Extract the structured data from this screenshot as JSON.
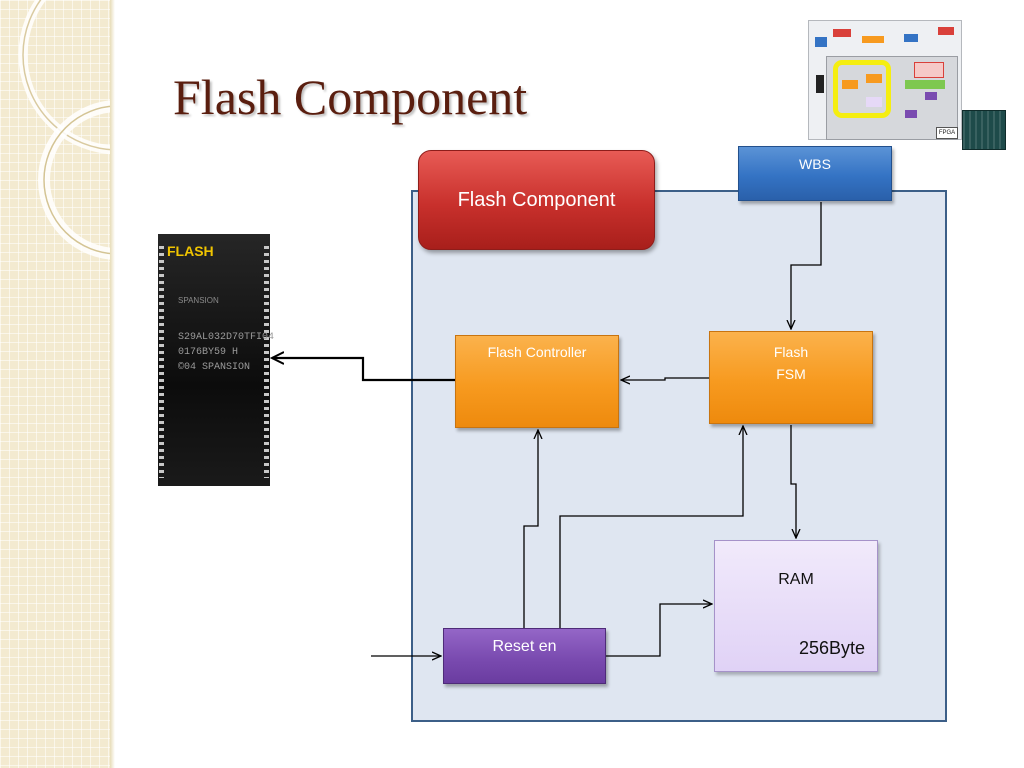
{
  "slide": {
    "title": "Flash Component"
  },
  "thumbnail": {
    "fpga_label": "FPGA"
  },
  "chip": {
    "label": "FLASH",
    "logo": "SPANSION",
    "marking": "S29AL032D70TFI04\n0176BY59 H\n©04 SPANSION"
  },
  "diagram": {
    "title_block": "Flash Component",
    "wbs": "WBS",
    "flash_controller": "Flash Controller",
    "flash_fsm": "Flash\nFSM",
    "ram_label": "RAM",
    "ram_size": "256Byte",
    "reset": "Reset en"
  },
  "colors": {
    "title": "#5a1e0f",
    "title_block": "#c8302c",
    "wbs": "#3473c4",
    "controller": "#f79a1f",
    "ram": "#e6d9f7",
    "reset": "#7a4bb0",
    "area_fill": "#dfe6f1",
    "area_border": "#3c5f88",
    "thumb_highlight": "#f5ee10"
  }
}
